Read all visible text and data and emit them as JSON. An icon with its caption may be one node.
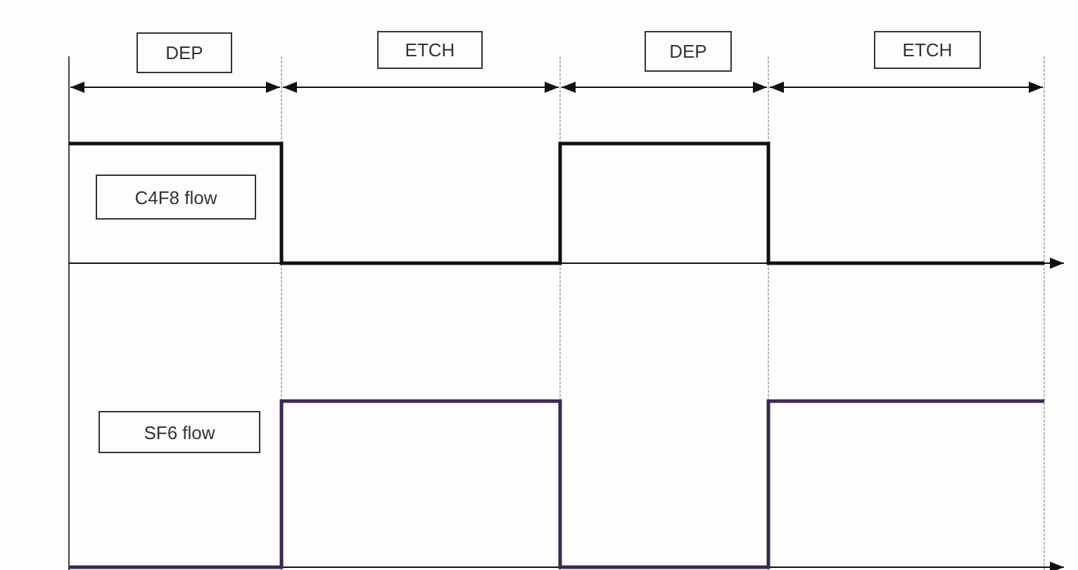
{
  "diagram": {
    "nodes": [
      {
        "text": [
          "DEP"
        ]
      },
      {
        "text": [
          "ETCH"
        ]
      },
      {
        "text": [
          "DEP"
        ]
      },
      {
        "text": [
          "ETCH"
        ]
      },
      {
        "text": [
          "C4F8 flow"
        ]
      },
      {
        "text": [
          "SF6 flow"
        ]
      }
    ]
  }
}
